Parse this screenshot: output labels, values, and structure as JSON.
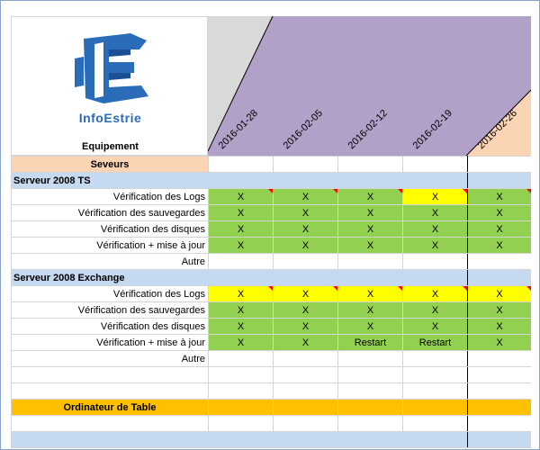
{
  "header": {
    "logo_text": "InfoEstrie",
    "equipment_label": "Equipement",
    "dates": [
      "2016-01-28",
      "2016-02-05",
      "2016-02-12",
      "2016-02-19",
      "2016-02-26"
    ]
  },
  "sections": {
    "cat1": "Seveurs",
    "server1": {
      "name": "Serveur 2008 TS",
      "rows": [
        {
          "label": "Vérification des Logs",
          "values": [
            "X",
            "X",
            "X",
            "X",
            "X"
          ],
          "colors": [
            "green",
            "green",
            "green",
            "yellow",
            "green"
          ]
        },
        {
          "label": "Vérification des sauvegardes",
          "values": [
            "X",
            "X",
            "X",
            "X",
            "X"
          ],
          "colors": [
            "green",
            "green",
            "green",
            "green",
            "green"
          ]
        },
        {
          "label": "Vérification des disques",
          "values": [
            "X",
            "X",
            "X",
            "X",
            "X"
          ],
          "colors": [
            "green",
            "green",
            "green",
            "green",
            "green"
          ]
        },
        {
          "label": "Vérification + mise à jour",
          "values": [
            "X",
            "X",
            "X",
            "X",
            "X"
          ],
          "colors": [
            "green",
            "green",
            "green",
            "green",
            "green"
          ]
        },
        {
          "label": "Autre",
          "values": [
            "",
            "",
            "",
            "",
            ""
          ],
          "colors": [
            "white",
            "white",
            "white",
            "white",
            "white"
          ]
        }
      ]
    },
    "server2": {
      "name": "Serveur 2008 Exchange",
      "rows": [
        {
          "label": "Vérification des Logs",
          "values": [
            "X",
            "X",
            "X",
            "X",
            "X"
          ],
          "colors": [
            "yellow",
            "yellow",
            "yellow",
            "yellow",
            "yellow"
          ]
        },
        {
          "label": "Vérification des sauvegardes",
          "values": [
            "X",
            "X",
            "X",
            "X",
            "X"
          ],
          "colors": [
            "green",
            "green",
            "green",
            "green",
            "green"
          ]
        },
        {
          "label": "Vérification des disques",
          "values": [
            "X",
            "X",
            "X",
            "X",
            "X"
          ],
          "colors": [
            "green",
            "green",
            "green",
            "green",
            "green"
          ]
        },
        {
          "label": "Vérification + mise à jour",
          "values": [
            "X",
            "X",
            "Restart",
            "Restart",
            "X"
          ],
          "colors": [
            "green",
            "green",
            "green",
            "green",
            "green"
          ]
        },
        {
          "label": "Autre",
          "values": [
            "",
            "",
            "",
            "",
            ""
          ],
          "colors": [
            "white",
            "white",
            "white",
            "white",
            "white"
          ]
        }
      ]
    },
    "cat2": "Ordinateur de Table"
  },
  "colors": {
    "purple": "#b1a0c7",
    "gray": "#d9d9d9",
    "peach": "#fbd4b4",
    "green": "#92d050",
    "yellow": "#ffff00",
    "orange": "#ffc000",
    "light_blue": "#c5d9f1",
    "logo_blue": "#2b6cb8"
  }
}
